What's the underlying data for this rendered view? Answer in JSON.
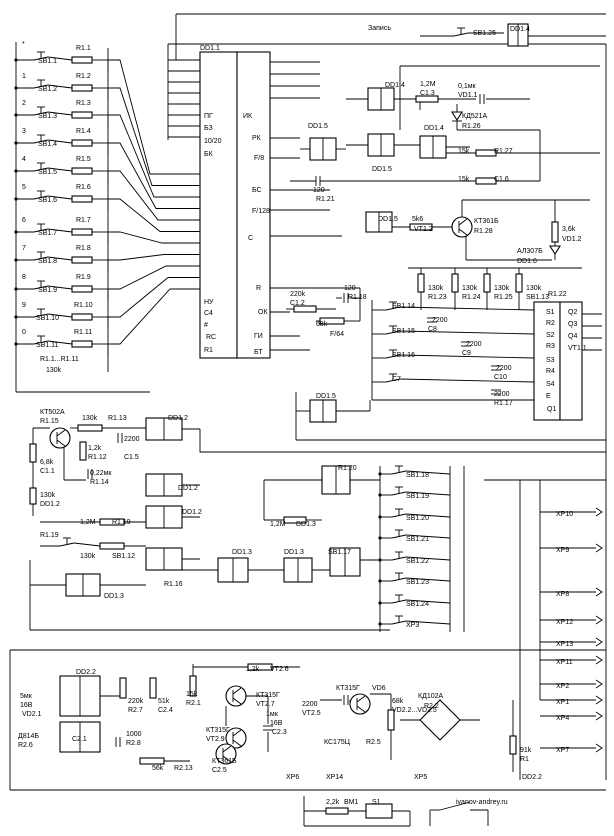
{
  "labels": [
    "SB1.1",
    "SB1.2",
    "SB1.3",
    "SB1.4",
    "SB1.5",
    "SB1.6",
    "SB1.7",
    "SB1.8",
    "SB1.9",
    "SB1.10",
    "SB1.11",
    "R1.1",
    "R1.2",
    "R1.3",
    "R1.4",
    "R1.5",
    "R1.6",
    "R1.7",
    "R1.8",
    "R1.9",
    "R1.10",
    "R1.11",
    "R1.1...R1.11",
    "130k",
    "*",
    "1",
    "2",
    "3",
    "4",
    "5",
    "6",
    "7",
    "8",
    "9",
    "0",
    "DD1.1",
    "Запись",
    "SB1.25",
    "DD1.4",
    "DD1.4",
    "DD1.4",
    "DD1.5",
    "DD1.5",
    "DD1.5",
    "DD1.5",
    "R1.20",
    "1,2M",
    "C1.3",
    "0,1мк",
    "VD1.1",
    "КД521А",
    "R1.26",
    "15k",
    "R1.27",
    "15k",
    "C1.6",
    "120",
    "R1.21",
    "5k6",
    "VT1.2",
    "КТ361Б",
    "R1.28",
    "3,6k",
    "VD1.2",
    "АЛ307Б",
    "DD1.6",
    "R1.22",
    "130k",
    "R1.23",
    "130k",
    "R1.24",
    "130k",
    "R1.25",
    "130k",
    "SB1.13",
    "SB1.14",
    "SB1.15",
    "SB1.16",
    "C7",
    "2200",
    "C8",
    "2200",
    "C9",
    "2200",
    "C10",
    "2200",
    "R1.17",
    "220k",
    "C1.2",
    "120",
    "R1.18",
    "68k",
    "F/64",
    "ИК",
    "РК",
    "F/8",
    "БС",
    "F/128",
    "С",
    "R",
    "ОК",
    "ГИ",
    "БТ",
    "ПГ",
    "БЗ",
    "10/20",
    "БК",
    "НУ",
    "С4",
    "#",
    "RC",
    "R1",
    "S1",
    "R2",
    "S2",
    "R3",
    "S3",
    "R4",
    "S4",
    "E",
    "Q1",
    "Q2",
    "Q3",
    "Q4",
    "VT1.1",
    "КТ502А",
    "R1.15",
    "130k",
    "R1.13",
    "1,2k",
    "R1.12",
    "6,8k",
    "C1.1",
    "2200",
    "C1.5",
    "0,22мк",
    "R1.14",
    "130k",
    "DD1.2",
    "DD1.2",
    "DD1.2",
    "DD1.2",
    "R1.16",
    "1,2M",
    "R1.19",
    "130k",
    "SB1.12",
    "R1.19",
    "1,2M",
    "DD1.3",
    "DD1.3",
    "DD1.3",
    "DD1.3",
    "SB1.17",
    "SB1.18",
    "SB1.19",
    "SB1.20",
    "SB1.21",
    "SB1.22",
    "SB1.23",
    "SB1.24",
    "XP3",
    "XP10",
    "XP9",
    "XP8",
    "XP12",
    "XP13",
    "XP11",
    "XP2",
    "XP1",
    "XP4",
    "XP7",
    "XP6",
    "XP14",
    "XP5",
    "DD2.2",
    "DD2.2",
    "C2.1",
    "5мк",
    "16В",
    "VD2.1",
    "Д814Б",
    "R2.6",
    "220k",
    "R2.7",
    "51k",
    "C2.4",
    "1000",
    "R2.8",
    "56k",
    "R2.13",
    "15k",
    "R2.1",
    "1,2k",
    "VT2.6",
    "КТ315Г",
    "VT2.7",
    "КТ315Г",
    "VT2.9",
    "КТ361Б",
    "C2.5",
    "1мк",
    "16В",
    "C2.3",
    "2200",
    "VT2.5",
    "КТ315Г",
    "VD6",
    "КС175Ц",
    "R2.5",
    "68k",
    "VD2.2...VD2.5",
    "КД102А",
    "R2.2",
    "91k",
    "R1",
    "2,2k",
    "ВМ1",
    "S1",
    "ivanov-andrey.ru"
  ]
}
